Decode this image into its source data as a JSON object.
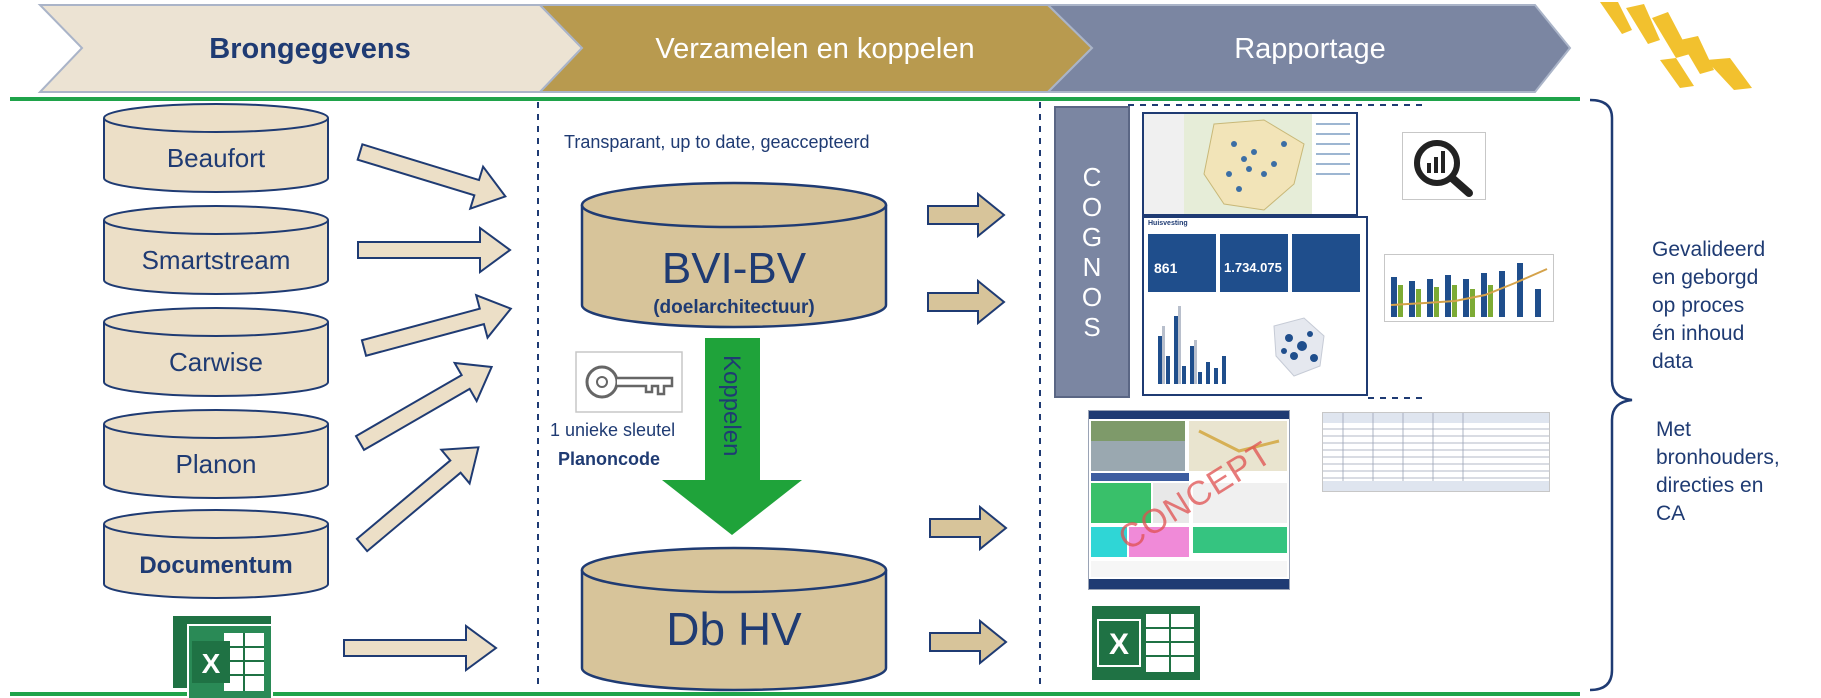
{
  "header": {
    "stage1": "Brongegevens",
    "stage2": "Verzamelen en koppelen",
    "stage3": "Rapportage"
  },
  "sources": [
    "Beaufort",
    "Smartstream",
    "Carwise",
    "Planon",
    "Documentum"
  ],
  "middle": {
    "tagline": "Transparant, up to date, geaccepteerd",
    "db1_title": "BVI-BV",
    "db1_subtitle": "(doelarchitectuur)",
    "koppelen_label": "Koppelen",
    "key_caption": "1 unieke sleutel",
    "key_code": "Planoncode",
    "db2_title": "Db HV"
  },
  "reporting": {
    "cognos_letters": [
      "C",
      "O",
      "G",
      "N",
      "O",
      "S"
    ],
    "dashboard_title": "Huisvesting",
    "kpi_1": "861",
    "kpi_2": "1.734.075",
    "concept_stamp": "CONCEPT"
  },
  "sidebar": {
    "note_1": [
      "Gevalideerd",
      "en geborgd",
      "op proces",
      "én inhoud",
      "data"
    ],
    "note_2": [
      "Met",
      "bronhouders,",
      "directies en",
      "CA"
    ]
  },
  "colors": {
    "stage1": "#ece3d3",
    "stage2": "#b89a4f",
    "stage3": "#7b86a2",
    "db_fill": "#d7c49a",
    "navy": "#1f3b73",
    "green_line": "#1fa34a",
    "green_arrow": "#1fa33a",
    "excel_green": "#1f7244"
  },
  "icons": [
    "excel-icon",
    "key-icon",
    "search-chart-icon",
    "excel-icon"
  ]
}
